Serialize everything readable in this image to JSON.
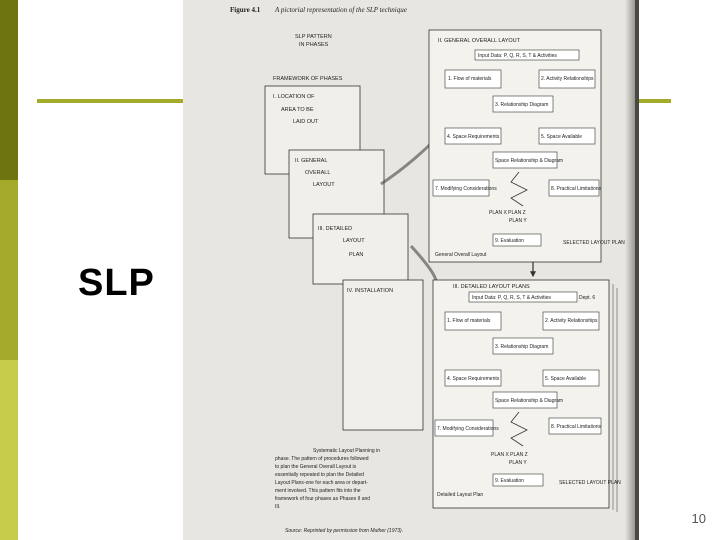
{
  "slide": {
    "title": "SLP",
    "page_number": "10"
  },
  "figure": {
    "caption_label": "Figure 4.1",
    "caption_text": "A pictorial representation of the SLP technique",
    "pattern_label_1": "SLP PATTERN",
    "pattern_label_2": "IN PHASES",
    "framework_label": "FRAMEWORK OF PHASES",
    "phase1_lines": [
      "I. LOCATION OF",
      "AREA TO BE",
      "LAID OUT"
    ],
    "phase2_lines": [
      "II. GENERAL",
      "OVERALL",
      "LAYOUT"
    ],
    "phase3_lines": [
      "III. DETAILED",
      "LAYOUT",
      "PLAN"
    ],
    "phase4_lines": [
      "IV. INSTALLATION"
    ],
    "general_title": "II. GENERAL OVERALL LAYOUT",
    "detailed_title": "III. DETAILED LAYOUT PLANS",
    "input_data": "Input Data: P, Q, R, S, T & Activities",
    "dept": "Dept. 6",
    "step1": "1. Flow of materials",
    "step2": "2. Activity Relationships",
    "step3": "3. Relationship Diagram",
    "step4": "4. Space Requirements",
    "step5": "5. Space Available",
    "step6": "Space Relationship & Diagram",
    "step7": "7. Modifying Considerations",
    "step8": "8. Practical Limitations",
    "plans": "PLAN X  PLAN Z",
    "plan_y": "PLAN Y",
    "step9": "9. Evaluation",
    "selected": "SELECTED LAYOUT PLAN",
    "general_overall_layout": "General Overall Layout",
    "detailed_layout_plan": "Detailed Layout Plan",
    "description_lines": [
      "Systematic Layout Planning in",
      "phase. The pattern of procedures followed",
      "to plan the General Overall Layout is",
      "essentially repeated to plan the Detailed",
      "Layout Plans-one for each area or depart-",
      "ment involved. This pattern fits into the",
      "framework of four phases as Phases II and",
      "III."
    ],
    "source": "Source: Reprinted by permission from Muther (1973)."
  },
  "colors": {
    "bar_dark": "#6e7410",
    "bar_mid": "#a4ab2a",
    "bar_light": "#c7cc4a",
    "scan_bg": "#e8e6e0"
  }
}
